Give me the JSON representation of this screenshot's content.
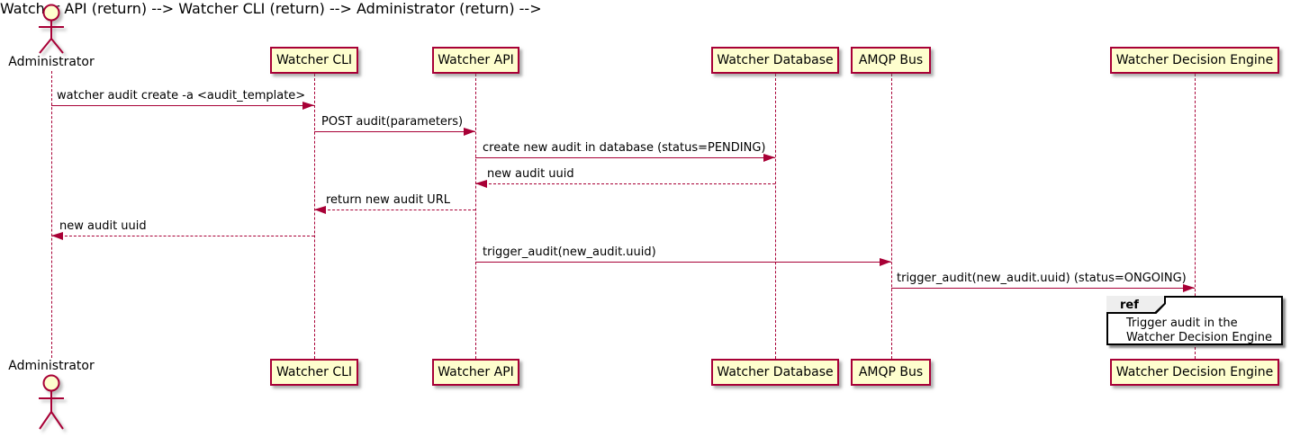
{
  "diagram_type": "sequence",
  "colors": {
    "accent": "#A80036",
    "participant_fill": "#FEFECE",
    "ref_tag_fill": "#EEEEEE",
    "ref_border": "#000000",
    "text": "#000000",
    "background": "#FFFFFF"
  },
  "actor": {
    "name": "Administrator"
  },
  "participants": [
    {
      "label": "Watcher CLI"
    },
    {
      "label": "Watcher API"
    },
    {
      "label": "Watcher Database"
    },
    {
      "label": "AMQP Bus"
    },
    {
      "label": "Watcher Decision Engine"
    }
  ],
  "messages": [
    {
      "from": "Administrator",
      "to": "Watcher CLI",
      "text": "watcher audit create -a <audit_template>",
      "line": "solid",
      "direction": "right"
    },
    {
      "from": "Watcher CLI",
      "to": "Watcher API",
      "text": "POST audit(parameters)",
      "line": "solid",
      "direction": "right"
    },
    {
      "from": "Watcher API",
      "to": "Watcher Database",
      "text": "create new audit in database (status=PENDING)",
      "line": "solid",
      "direction": "right"
    },
    {
      "from": "Watcher Database",
      "to": "Watcher API",
      "text": "new audit uuid",
      "line": "dashed",
      "direction": "left"
    },
    {
      "from": "Watcher API",
      "to": "Watcher CLI",
      "text": "return new audit URL",
      "line": "dashed",
      "direction": "left"
    },
    {
      "from": "Watcher CLI",
      "to": "Administrator",
      "text": "new audit uuid",
      "line": "dashed",
      "direction": "left"
    },
    {
      "from": "Watcher API",
      "to": "AMQP Bus",
      "text": "trigger_audit(new_audit.uuid)",
      "line": "solid",
      "direction": "right"
    },
    {
      "from": "AMQP Bus",
      "to": "Watcher Decision Engine",
      "text": "trigger_audit(new_audit.uuid) (status=ONGOING)",
      "line": "solid",
      "direction": "right"
    }
  ],
  "ref_fragment": {
    "keyword": "ref",
    "over": "Watcher Decision Engine",
    "line1": "Trigger audit in the",
    "line2": "Watcher Decision Engine"
  }
}
